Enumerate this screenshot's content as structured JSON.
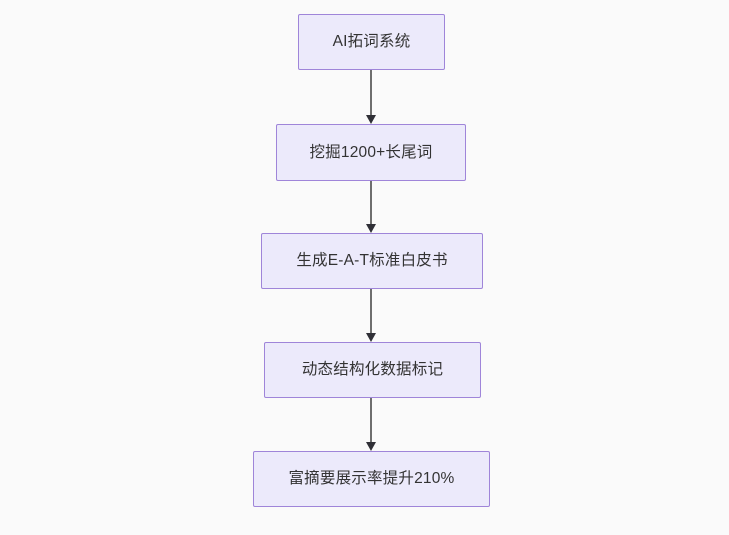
{
  "diagram": {
    "type": "flowchart",
    "direction": "top-to-bottom",
    "background_color": "#fafafa",
    "node_fill_color": "#ECEAFB",
    "node_border_color": "#9F85D9",
    "node_text_color": "#333333",
    "edge_color": "#6E6E6E",
    "arrowhead_color": "#2F2F36",
    "nodes": [
      {
        "id": "n1",
        "label": "AI拓词系统"
      },
      {
        "id": "n2",
        "label": "挖掘1200+长尾词"
      },
      {
        "id": "n3",
        "label": "生成E-A-T标准白皮书"
      },
      {
        "id": "n4",
        "label": "动态结构化数据标记"
      },
      {
        "id": "n5",
        "label": "富摘要展示率提升210%"
      }
    ],
    "edges": [
      {
        "from": "n1",
        "to": "n2",
        "label": ""
      },
      {
        "from": "n2",
        "to": "n3",
        "label": ""
      },
      {
        "from": "n3",
        "to": "n4",
        "label": ""
      },
      {
        "from": "n4",
        "to": "n5",
        "label": ""
      }
    ]
  }
}
